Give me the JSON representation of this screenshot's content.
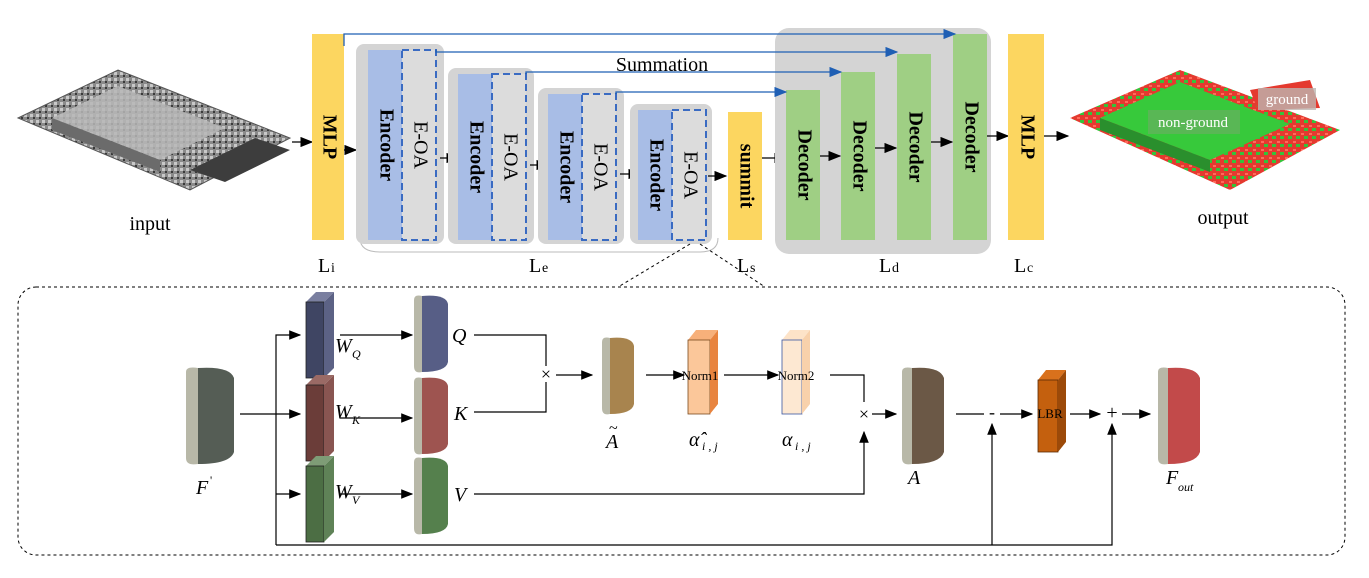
{
  "pipeline": {
    "input_label": "input",
    "output_label": "output",
    "mlp_label": "MLP",
    "encoder_label": "Encoder",
    "eoa_label": "E-OA",
    "summit_label": "summit",
    "decoder_label": "Decoder",
    "summation_label": "Summation",
    "output_classes": [
      "non-ground",
      "ground"
    ],
    "labels": {
      "li_main": "L",
      "li_sub": "i",
      "le_main": "L",
      "le_sub": "e",
      "ls_main": "L",
      "ls_sub": "s",
      "ld_main": "L",
      "ld_sub": "d",
      "lc_main": "L",
      "lc_sub": "c"
    }
  },
  "attention": {
    "f_prime": "F",
    "prime_mark": "'",
    "wq": "W",
    "wq_sub": "Q",
    "wk": "W",
    "wk_sub": "K",
    "wv": "W",
    "wv_sub": "V",
    "q": "Q",
    "k": "K",
    "v": "V",
    "times": "×",
    "a_tilde": "A",
    "tilde_mark": "~",
    "norm1": "Norm1",
    "norm2": "Norm2",
    "alpha_hat": "α̂",
    "alpha": "α",
    "ij_sub": "i , j",
    "a": "A",
    "minus": "-",
    "lbr": "LBR",
    "plus": "+",
    "f_out": "F",
    "f_out_sub": "out"
  },
  "colors": {
    "mlp": "#fcd660",
    "encoder": "#a8bde6",
    "decoder": "#9fcf84",
    "skip": "#1f5fb4",
    "ground": "#e43a2f",
    "non_ground": "#36c23a"
  }
}
